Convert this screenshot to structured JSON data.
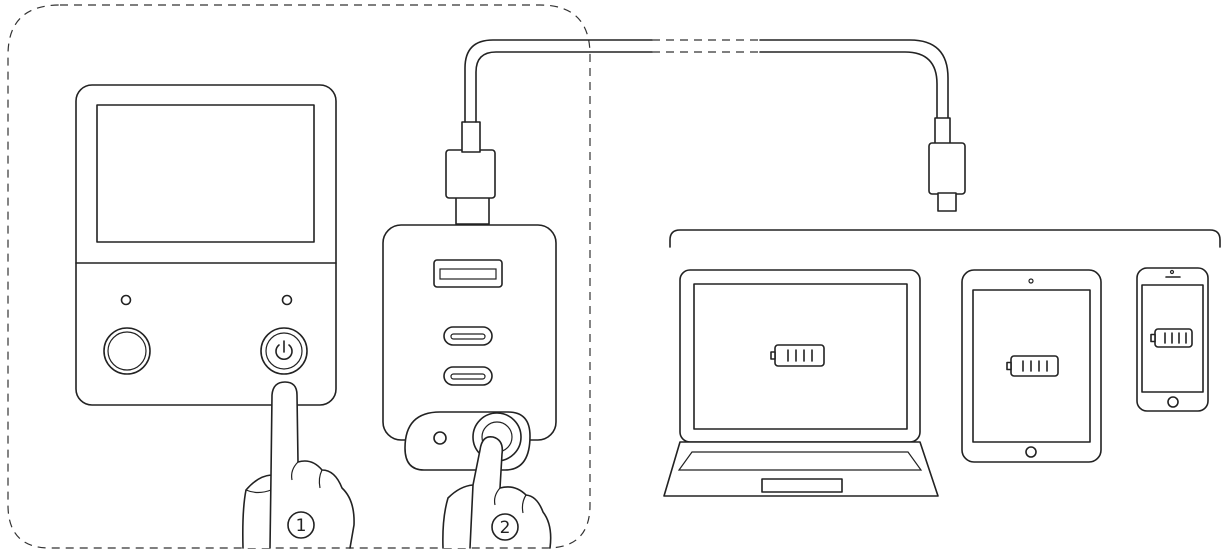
{
  "steps": [
    {
      "number": "1"
    },
    {
      "number": "2"
    }
  ],
  "devices": {
    "main_unit": {
      "icon": "power-icon"
    },
    "power_bank": {
      "ports": [
        "usb-a-port",
        "usb-c-port",
        "usb-c-port"
      ],
      "icon": "power-button-icon"
    },
    "targets": [
      "laptop",
      "tablet",
      "phone"
    ],
    "target_screen_icon": "battery-icon"
  },
  "colors": {
    "line": "#222222",
    "background": "#ffffff"
  }
}
